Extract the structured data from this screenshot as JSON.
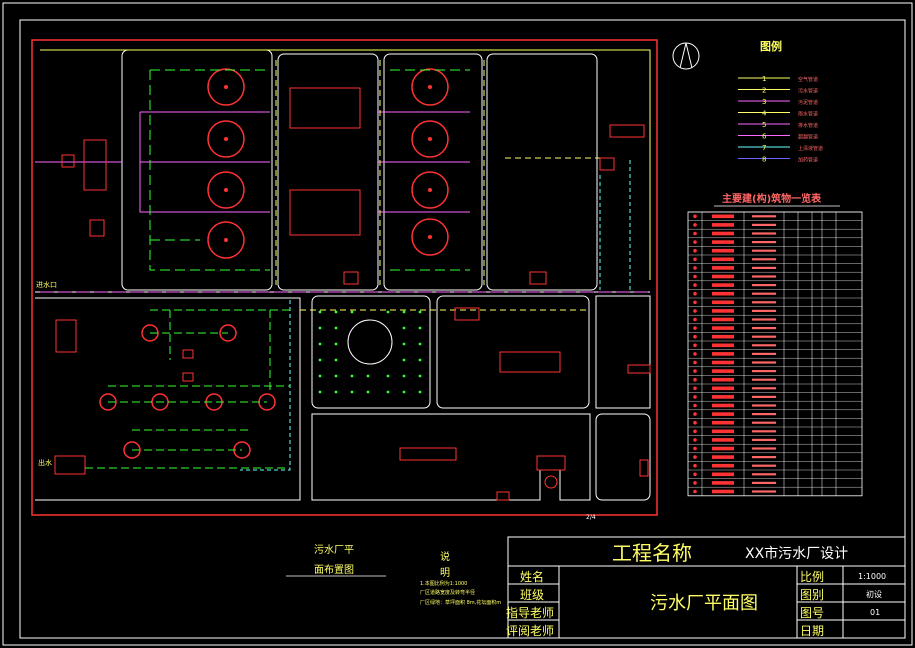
{
  "legend": {
    "north_symbol": "北",
    "title": "图例",
    "items": [
      {
        "num": "1",
        "label": "空气管道",
        "color": "#ffff66"
      },
      {
        "num": "2",
        "label": "污水管道",
        "color": "#ffff66"
      },
      {
        "num": "3",
        "label": "污泥管道",
        "color": "#ff66ff"
      },
      {
        "num": "4",
        "label": "雨水管道",
        "color": "#ffff66"
      },
      {
        "num": "5",
        "label": "排水管道",
        "color": "#ff66ff"
      },
      {
        "num": "6",
        "label": "超越管道",
        "color": "#ff66ff"
      },
      {
        "num": "7",
        "label": "上清液管道",
        "color": "#66ffff"
      },
      {
        "num": "8",
        "label": "加药管道",
        "color": "#6666ff"
      }
    ]
  },
  "building_table": {
    "title": "主要建(构)筑物一览表",
    "row_count": 33
  },
  "labels": {
    "inlet": "进水口",
    "outlet": "出水",
    "bottom_dim": "2/4"
  },
  "drawing_title": {
    "line1": "污水厂平",
    "line2": "面布置图"
  },
  "notes": {
    "title1": "说",
    "title2": "明",
    "lines": [
      "1.本图比例为1:1000",
      "厂区道路宽度及转弯半径",
      "厂区绿地：草坪面积 8m,花坛面积m"
    ]
  },
  "title_block": {
    "project_label": "工程名称",
    "project_name": "XX市污水厂设计",
    "drawing_name": "污水厂平面图",
    "left_labels": [
      "姓名",
      "班级",
      "指导老师",
      "评阅老师"
    ],
    "right_labels": [
      "比例",
      "图别",
      "图号",
      "日期"
    ],
    "right_values": [
      "1:1000",
      "初设",
      "01",
      ""
    ]
  }
}
